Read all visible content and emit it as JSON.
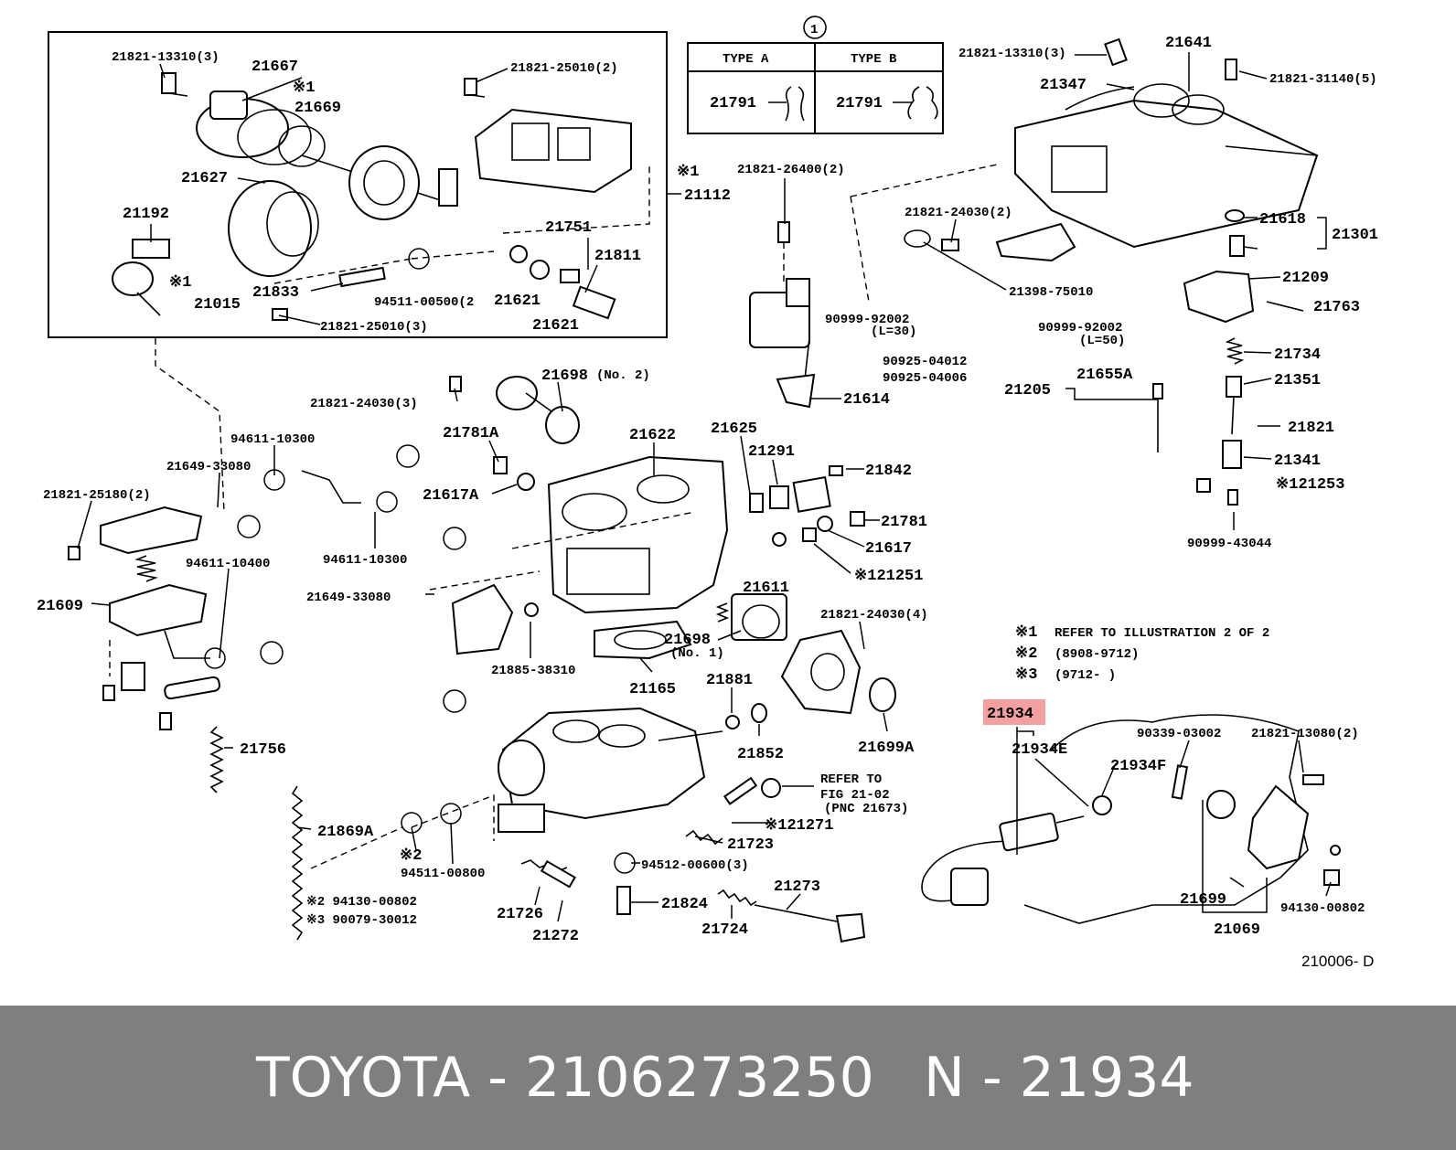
{
  "footer": {
    "brand_part": "TOYOTA - 2106273250",
    "pnc": "N - 21934"
  },
  "highlight_color": "#f4a0a0",
  "drawing_number": "210006- D",
  "type_table": {
    "circle_ref": "1",
    "headers": [
      "TYPE A",
      "TYPE B"
    ],
    "cells": [
      "21791",
      "21791"
    ]
  },
  "notes": [
    {
      "mark": "※1",
      "text": "REFER TO ILLUSTRATION 2 OF 2"
    },
    {
      "mark": "※2",
      "text": "(8908-9712)"
    },
    {
      "mark": "※3",
      "text": "(9712-      )"
    }
  ],
  "refer_to": [
    "REFER TO",
    "FIG 21-02",
    "(PNC 21673)"
  ],
  "labels": {
    "l_21821_13310_a": "21821-13310(3)",
    "l_21667": "21667",
    "l_x1_a": "※1",
    "l_21669": "21669",
    "l_21821_25010_a": "21821-25010(2)",
    "l_21627": "21627",
    "l_x1_b": "※1",
    "l_21112": "21112",
    "l_21192": "21192",
    "l_x1_c": "※1",
    "l_21015": "21015",
    "l_21751": "21751",
    "l_21811": "21811",
    "l_21833": "21833",
    "l_94511_00500": "94511-00500(2",
    "l_21621_a": "21621",
    "l_21621_b": "21621",
    "l_21821_25010_b": "21821-25010(3)",
    "l_21821_26400": "21821-26400(2)",
    "l_21821_24030_a": "21821-24030(2)",
    "l_21398_75010": "21398-75010",
    "l_90999_92002_a": "90999-92002",
    "l_l30": "(L=30)",
    "l_90999_92002_b": "90999-92002",
    "l_l50": "(L=50)",
    "l_90925_04012": "90925-04012",
    "l_90925_04006": "90925-04006",
    "l_21614": "21614",
    "l_21821_13310_b": "21821-13310(3)",
    "l_21641": "21641",
    "l_21347": "21347",
    "l_21821_31140": "21821-31140(5)",
    "l_21618": "21618",
    "l_21301": "21301",
    "l_21209": "21209",
    "l_21763": "21763",
    "l_21734": "21734",
    "l_21351": "21351",
    "l_21205": "21205",
    "l_21655a": "21655A",
    "l_21821_b": "21821",
    "l_21341": "21341",
    "l_x1_21253": "※121253",
    "l_90999_43044": "90999-43044",
    "l_21821_24030_b": "21821-24030(3)",
    "l_21698_no2": "21698",
    "l_no2": "(No. 2)",
    "l_21781a": "21781A",
    "l_94611_10300_a": "94611-10300",
    "l_21649_33080_a": "21649-33080",
    "l_21821_25180": "21821-25180(2)",
    "l_21617a": "21617A",
    "l_21622": "21622",
    "l_21625": "21625",
    "l_21291": "21291",
    "l_21842": "21842",
    "l_21781": "21781",
    "l_21617": "21617",
    "l_x1_21251": "※121251",
    "l_94611_10300_b": "94611-10300",
    "l_94611_10400": "94611-10400",
    "l_21611": "21611",
    "l_21609": "21609",
    "l_21649_33080_b": "21649-33080",
    "l_21821_24030_c": "21821-24030(4)",
    "l_21698_no1": "21698",
    "l_no1": "(No. 1)",
    "l_21885_38310": "21885-38310",
    "l_21165": "21165",
    "l_21881": "21881",
    "l_21852": "21852",
    "l_21699a": "21699A",
    "l_21756": "21756",
    "l_21934": "21934",
    "l_21934e": "21934E",
    "l_21934f": "21934F",
    "l_90339_03002": "90339-03002",
    "l_21821_13080": "21821-13080(2)",
    "l_21869a": "21869A",
    "l_x2_a": "※2",
    "l_94511_00800": "94511-00800",
    "l_x1_21271": "※121271",
    "l_21723": "21723",
    "l_94512_00600": "94512-00600(3)",
    "l_x2_94130": "※2 94130-00802",
    "l_x3_90079": "※3 90079-30012",
    "l_21726": "21726",
    "l_21272": "21272",
    "l_21824": "21824",
    "l_21273": "21273",
    "l_21724": "21724",
    "l_21699": "21699",
    "l_21069": "21069",
    "l_94130_00802_b": "94130-00802"
  }
}
